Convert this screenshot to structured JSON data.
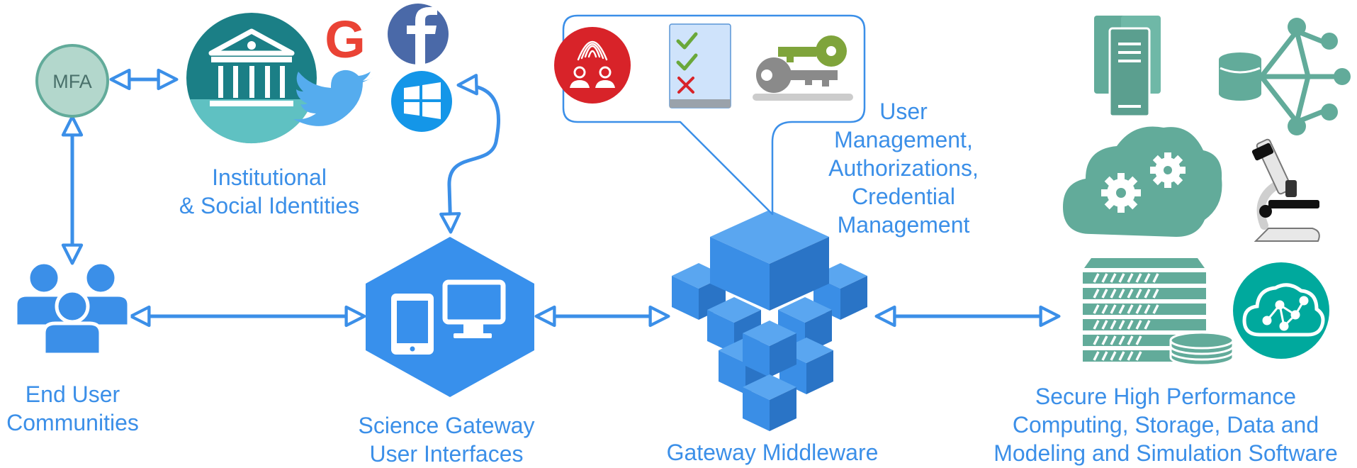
{
  "colors": {
    "blue": "#3b8fe8",
    "teal": "#62ab9a",
    "mfa_fill": "#b3d7cc",
    "bank_teal": "#1b7f86",
    "facebook": "#4a69a8",
    "twitter": "#55acee",
    "windows": "#1496e8",
    "red": "#d82329",
    "key_green": "#7fa43b",
    "key_gray": "#8a8a8a"
  },
  "mfa": {
    "label": "MFA"
  },
  "icons": {
    "identity": [
      "bank-icon",
      "google-icon",
      "facebook-icon",
      "twitter-icon",
      "windows-icon"
    ],
    "management": [
      "fingerprint-users-icon",
      "checklist-icon",
      "keys-icon"
    ],
    "resources": [
      "server-tower-icon",
      "database-network-icon",
      "cloud-gears-icon",
      "microscope-icon",
      "storage-rack-icon",
      "cloud-network-icon"
    ]
  },
  "labels": {
    "identities": [
      "Institutional",
      "& Social Identities"
    ],
    "end_users": [
      "End User",
      "Communities"
    ],
    "gateway_ui": [
      "Science Gateway",
      "User Interfaces"
    ],
    "middleware": [
      "Gateway Middleware"
    ],
    "user_management": [
      "User",
      "Management,",
      "Authorizations,",
      "Credential",
      "Management"
    ],
    "hpc": [
      "Secure High Performance",
      "Computing, Storage, Data and",
      "Modeling and Simulation Software"
    ]
  }
}
